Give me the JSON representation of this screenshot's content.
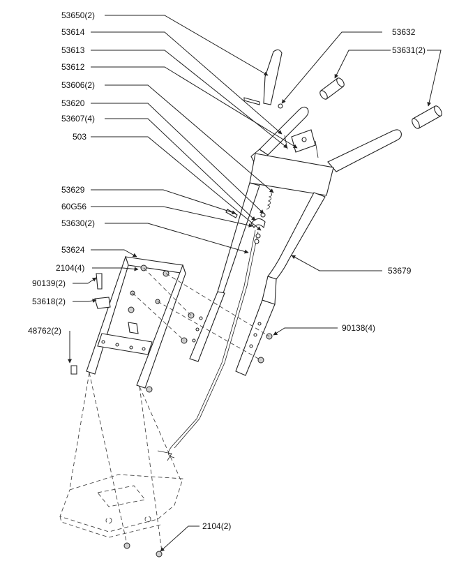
{
  "labels": {
    "l53650": "53650(2)",
    "l53614": "53614",
    "l53613": "53613",
    "l53612": "53612",
    "l53606": "53606(2)",
    "l53620": "53620",
    "l53607": "53607(4)",
    "l503": "503",
    "l53629": "53629",
    "l60G56": "60G56",
    "l53630": "53630(2)",
    "l53624": "53624",
    "l2104a": "2104(4)",
    "l90139": "90139(2)",
    "l53618": "53618(2)",
    "l48762": "48762(2)",
    "l53632": "53632",
    "l53631": "53631(2)",
    "l53679": "53679",
    "l90138": "90138(4)",
    "l2104b": "2104(2)"
  }
}
